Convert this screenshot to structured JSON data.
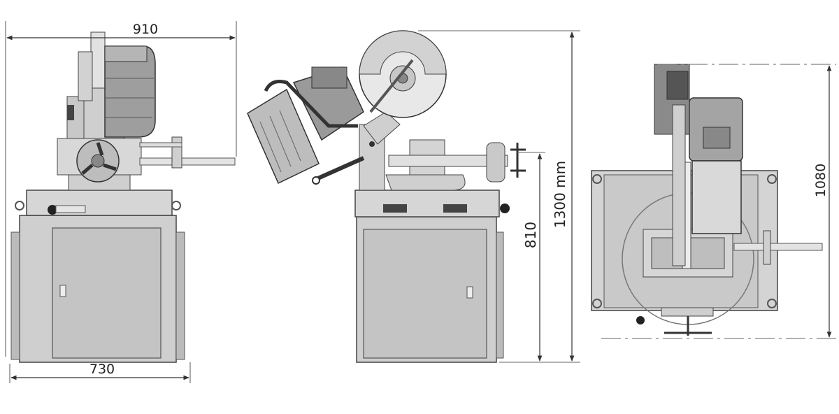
{
  "dimensions": {
    "front_width": "910",
    "base_width": "730",
    "table_height": "810",
    "total_height": "1300 mm",
    "depth": "1080"
  },
  "colors": {
    "line": "#333333",
    "body_light": "#d9d9d9",
    "body_mid": "#bdbdbd",
    "body_dark": "#7a7a7a",
    "cabinet": "#c8c8c8",
    "blade": "#e6e6e6",
    "background": "#ffffff"
  }
}
